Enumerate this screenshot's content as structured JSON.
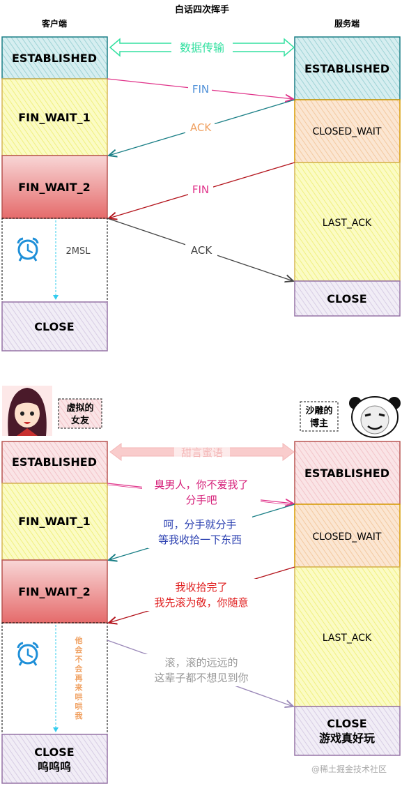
{
  "diagram1": {
    "title": "白话四次挥手",
    "client_label": "客户端",
    "server_label": "服务端",
    "data_transfer_label": "数据传输",
    "client_states": [
      "ESTABLISHED",
      "FIN_WAIT_1",
      "FIN_WAIT_2",
      "CLOSE"
    ],
    "server_states": [
      "ESTABLISHED",
      "CLOSED_WAIT",
      "LAST_ACK",
      "CLOSE"
    ],
    "messages": [
      "FIN",
      "ACK",
      "FIN",
      "ACK"
    ],
    "timer_label": "2MSL"
  },
  "diagram2": {
    "client_label_line1": "虚拟的",
    "client_label_line2": "女友",
    "server_label_line1": "沙雕的",
    "server_label_line2": "博主",
    "data_transfer_label": "甜言蜜语",
    "client_states": [
      "ESTABLISHED",
      "FIN_WAIT_1",
      "FIN_WAIT_2"
    ],
    "client_close_line1": "CLOSE",
    "client_close_line2": "呜呜呜",
    "server_states": [
      "ESTABLISHED",
      "CLOSED_WAIT",
      "LAST_ACK"
    ],
    "server_close_line1": "CLOSE",
    "server_close_line2": "游戏真好玩",
    "msg1_line1": "臭男人，你不爱我了",
    "msg1_line2": "分手吧",
    "msg2_line1": "呵，分手就分手",
    "msg2_line2": "等我收拾一下东西",
    "msg3_line1": "我收拾完了",
    "msg3_line2": "我先滚为敬，你随意",
    "msg4_line1": "滚，滚的远远的",
    "msg4_line2": "这辈子都不想见到你",
    "timer_label": "他会不会再来哄哄我"
  },
  "watermark": "@稀土掘金技术社区",
  "colors": {
    "teal": "#1a7f86",
    "pink": "#e0338a",
    "dark_red": "#b3141c",
    "gray_arrow": "#444444",
    "green": "#33e0a0",
    "orange": "#f0a060",
    "blue_text": "#2a3fb0",
    "red_text": "#e02020",
    "cyan_dashed": "#33ccee"
  }
}
